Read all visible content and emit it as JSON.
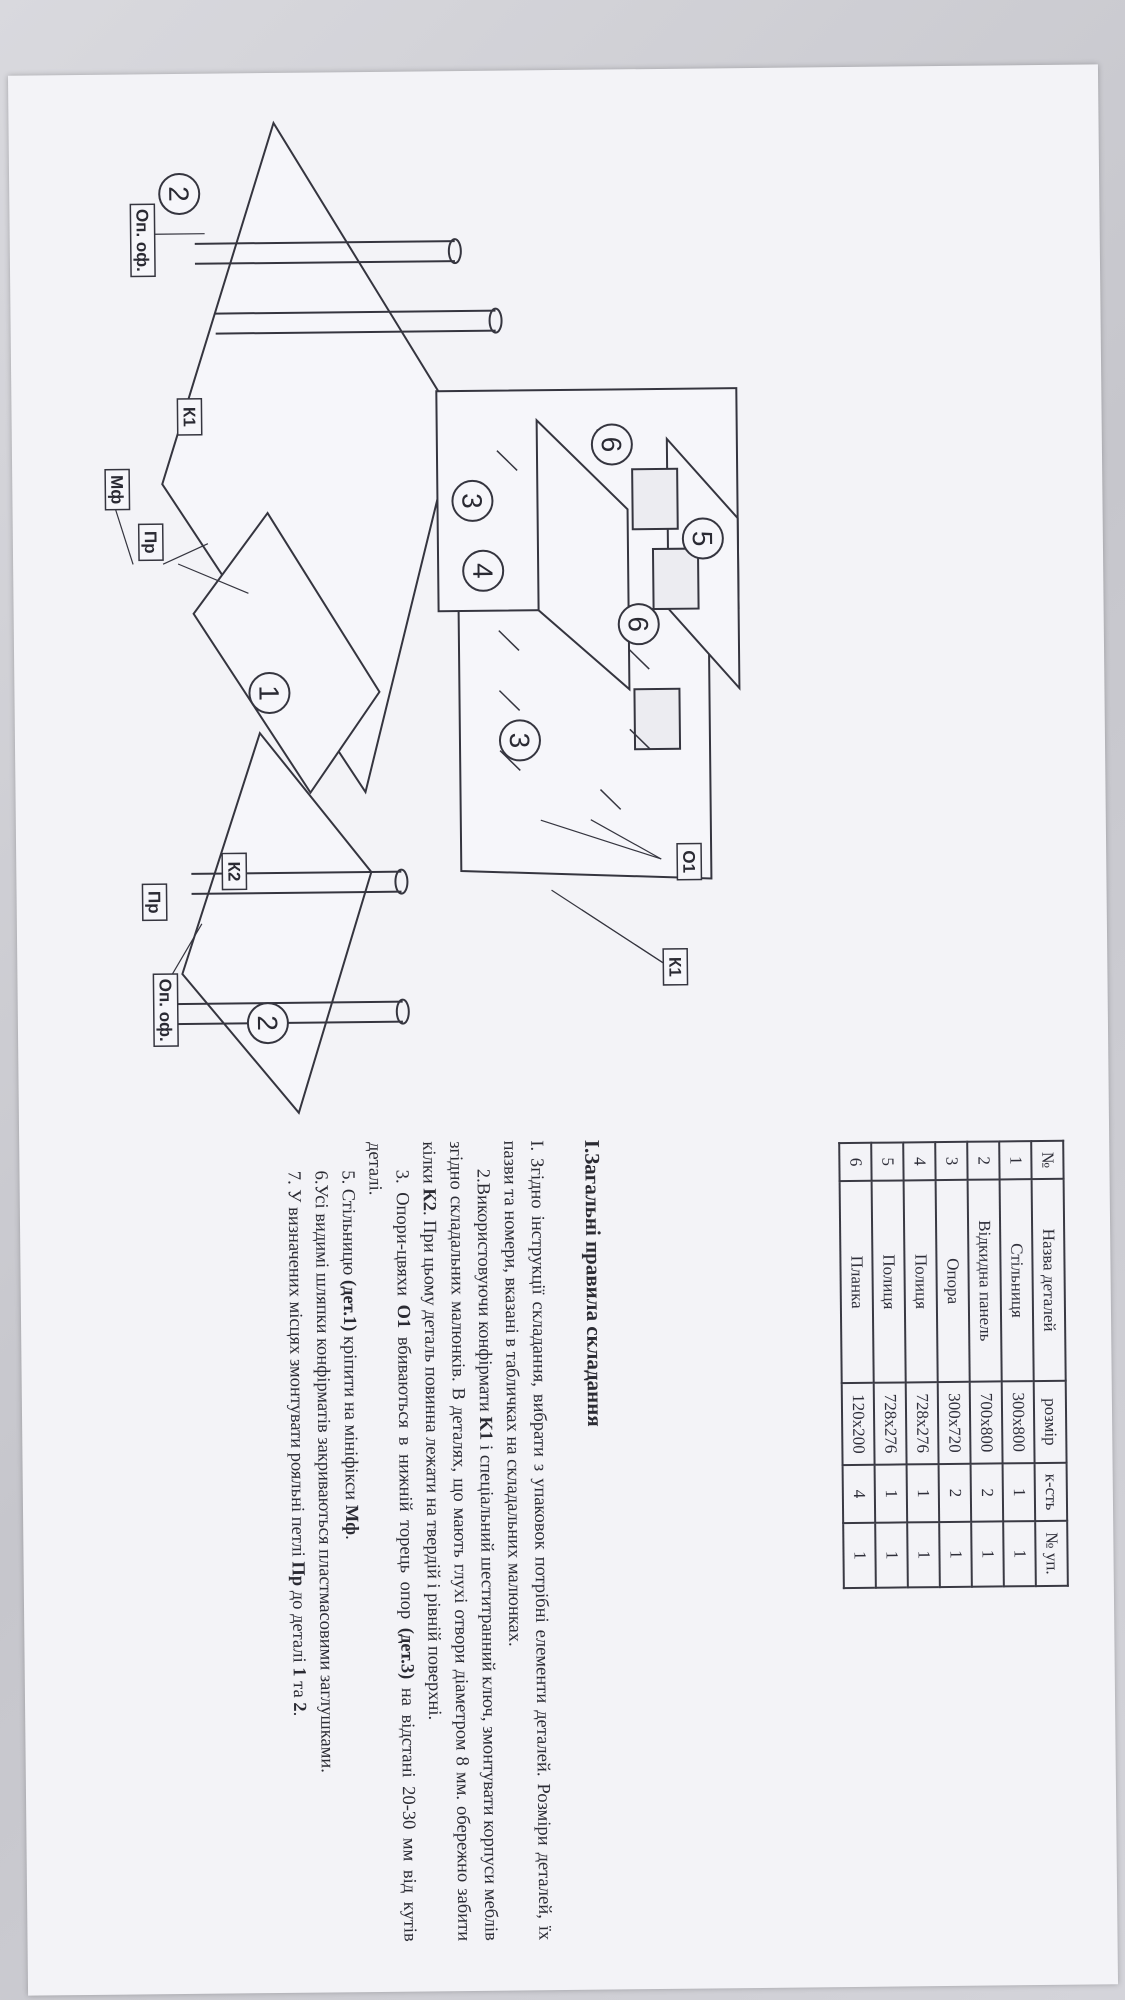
{
  "table": {
    "headers": [
      "№",
      "Назва деталей",
      "розмір",
      "к-сть",
      "№ уп."
    ],
    "rows": [
      {
        "n": "1",
        "name": "Стільниця",
        "size": "300x800",
        "qty": "1",
        "pack": "1"
      },
      {
        "n": "2",
        "name": "Відкидна панель",
        "size": "700x800",
        "qty": "2",
        "pack": "1"
      },
      {
        "n": "3",
        "name": "Опора",
        "size": "300x720",
        "qty": "2",
        "pack": "1"
      },
      {
        "n": "4",
        "name": "Полиця",
        "size": "728x276",
        "qty": "1",
        "pack": "1"
      },
      {
        "n": "5",
        "name": "Полиця",
        "size": "728x276",
        "qty": "1",
        "pack": "1"
      },
      {
        "n": "6",
        "name": "Планка",
        "size": "120x200",
        "qty": "4",
        "pack": "1"
      }
    ]
  },
  "section_title": "І.Загальні правила складання",
  "instructions": {
    "p1": "І. Згідно інструкції складання, вибрати з упаковок потрібні елементи деталей. Розміри деталей, їх пазви та номери, вказані в табличках на складальних малюнках.",
    "p2a": "2.Використовуючи конфірмати ",
    "p2b": "K1",
    "p2c": " і спеціальний шеститранний ключ, змонтувати корпуси меблів згідно складальних малюнків. В деталях, що мають глухі отвори діаметром 8 мм. обережно забити кілки ",
    "p2d": "К2",
    "p2e": ". При цьому деталь повинна лежати на твердій і рівній поверхні.",
    "p3a": "3. Опори-цвяхи ",
    "p3b": "О1",
    "p3c": " вбиваються в нижній торець опор ",
    "p3d": "(дет.3)",
    "p3e": " на відстані 20-30 мм від кутів деталі.",
    "p5a": "5. Стільницю ",
    "p5b": "(дет.1)",
    "p5c": " кріпити на мініфікси ",
    "p5d": "Мф",
    "p5e": ".",
    "p6": "6.Усі видимі шляпки конфірматів закриваються пластмасовими заглушками.",
    "p7a": "7. У визначених місцях змонтувати рояльні петлі ",
    "p7b": "Пр",
    "p7c": " до деталі ",
    "p7d": "1",
    "p7e": " та ",
    "p7f": "2",
    "p7g": "."
  },
  "diagram_labels": {
    "mf": "Мф",
    "pr": "Пр",
    "k1": "К1",
    "k2": "К2",
    "o1": "О1",
    "op_of": "Оп. оф.",
    "n1": "1",
    "n2": "2",
    "n3": "3",
    "n4": "4",
    "n5": "5",
    "n6": "6"
  }
}
